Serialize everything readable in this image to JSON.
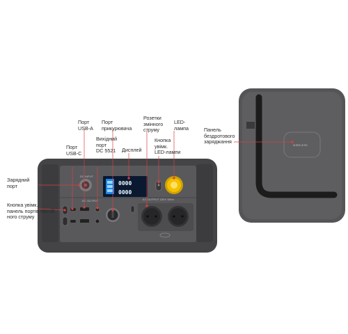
{
  "colors": {
    "housing": "#454547",
    "panel": "#5b5b5e",
    "leader_lines": "#d94040",
    "led_lamp": "#f2c200",
    "display_bg": "#0a1830",
    "display_accent": "#22a4ff"
  },
  "callouts": {
    "charging_port": "Зарядний\nпорт",
    "dc_button": "Кнопка увімк.\nпанель портів постій-\nного струму",
    "usb_c": "Порт\nUSB-C",
    "usb_a": "Порт\nUSB-A",
    "dc5521": "Вихідний\nпорт\nDC 5521",
    "car_port": "Порт\nприкурювача",
    "display": "Дисплей",
    "ac_outlets": "Розетки\nзмінного\nструму",
    "led_button": "Кнопка\nувімк.\nLED-лампи",
    "led_lamp": "LED-\nлампа",
    "wireless_pad": "Панель\nбездротового\nзаряджання"
  },
  "device_markings": {
    "input": "DC INPUT",
    "dc_output": "DC OUTPUT",
    "ac_output": "AC OUTPUT 230V 50Hz",
    "wireless": "WIRELESS",
    "display_value": "0000"
  }
}
